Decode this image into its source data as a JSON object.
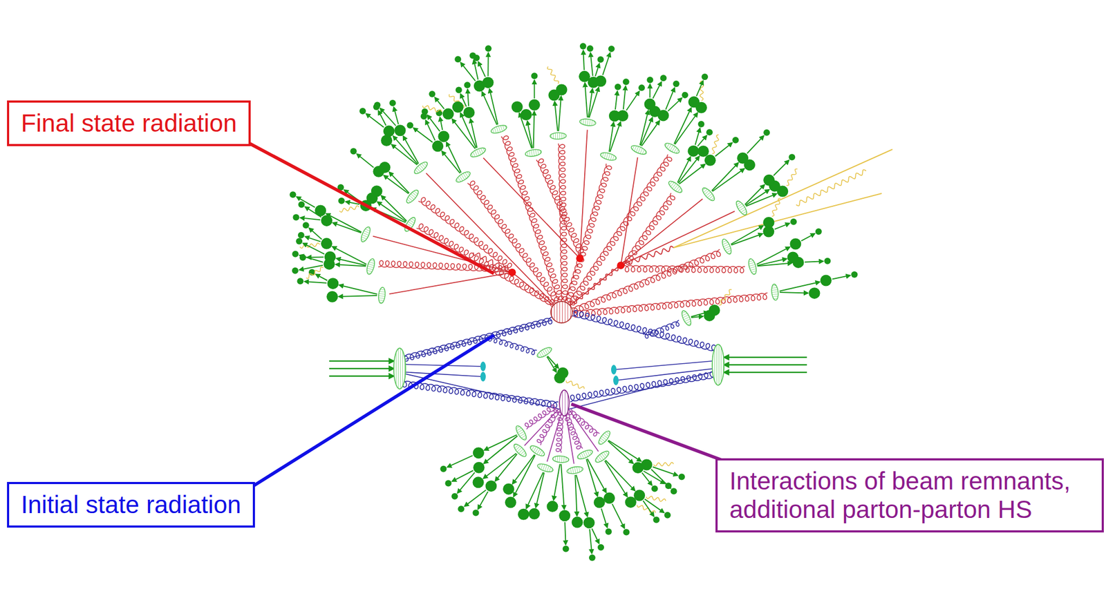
{
  "diagram": {
    "nodes": [
      {
        "text": [
          "Final state radiation"
        ]
      },
      {
        "text": [
          "Initial state radiation"
        ]
      },
      {
        "text": [
          "Interactions of beam remnants, additional parton-parton HS"
        ]
      }
    ]
  }
}
